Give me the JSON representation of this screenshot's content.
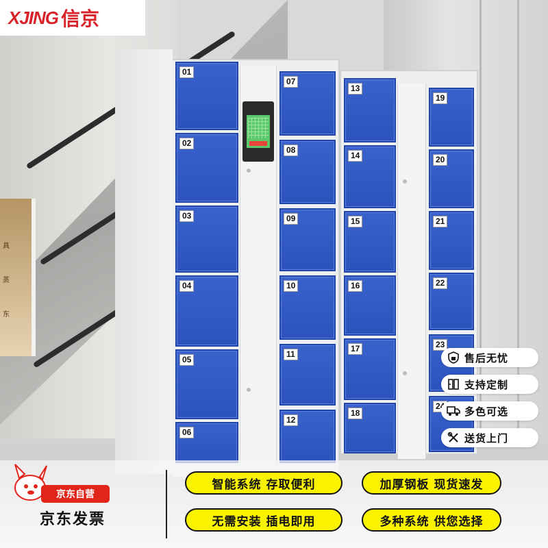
{
  "brand": {
    "logo_en": "XJING",
    "logo_cn": "信京",
    "color": "#d9232b"
  },
  "locker": {
    "door_color": "#2b52bd",
    "columns": [
      {
        "numbers": [
          "01",
          "02",
          "03",
          "04",
          "05",
          "06"
        ]
      },
      {
        "numbers": [
          "07",
          "08",
          "09",
          "10",
          "11",
          "12"
        ]
      },
      {
        "numbers": [
          "13",
          "14",
          "15",
          "16",
          "17",
          "18"
        ]
      },
      {
        "numbers": [
          "19",
          "20",
          "21",
          "22",
          "23",
          "24"
        ]
      }
    ]
  },
  "features": [
    {
      "icon": "shield-icon",
      "label": "售后无忧"
    },
    {
      "icon": "ruler-icon",
      "label": "支持定制"
    },
    {
      "icon": "truck-icon",
      "label": "多色可选"
    },
    {
      "icon": "tools-icon",
      "label": "送货上门"
    }
  ],
  "jd": {
    "self_run": "京东自营",
    "invoice": "京东发票",
    "accent": "#e1251b"
  },
  "pills": [
    "智能系统 存取便利",
    "加厚钢板 现货速发",
    "无需安装 插电即用",
    "多种系统 供您选择"
  ],
  "pill_color": "#f9f300"
}
